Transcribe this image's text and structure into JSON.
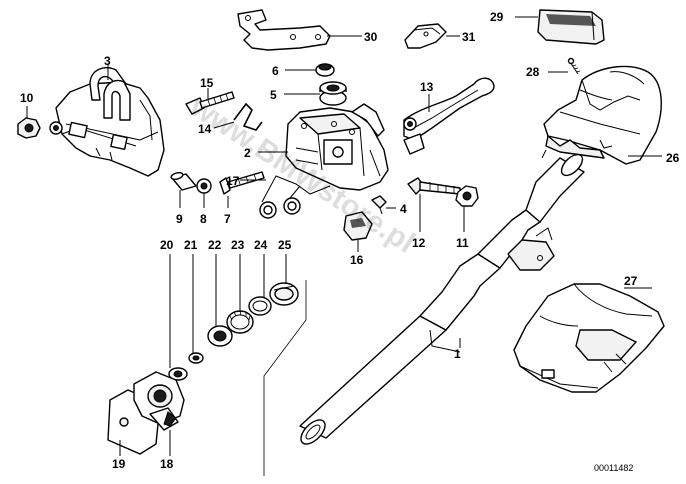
{
  "diagram": {
    "callouts": [
      {
        "id": "1",
        "label": "1"
      },
      {
        "id": "2",
        "label": "2"
      },
      {
        "id": "3",
        "label": "3"
      },
      {
        "id": "4",
        "label": "4"
      },
      {
        "id": "5",
        "label": "5"
      },
      {
        "id": "6",
        "label": "6"
      },
      {
        "id": "7",
        "label": "7"
      },
      {
        "id": "8",
        "label": "8"
      },
      {
        "id": "9",
        "label": "9"
      },
      {
        "id": "10",
        "label": "10"
      },
      {
        "id": "11",
        "label": "11"
      },
      {
        "id": "12",
        "label": "12"
      },
      {
        "id": "13",
        "label": "13"
      },
      {
        "id": "14",
        "label": "14"
      },
      {
        "id": "15",
        "label": "15"
      },
      {
        "id": "16",
        "label": "16"
      },
      {
        "id": "17",
        "label": "17"
      },
      {
        "id": "18",
        "label": "18"
      },
      {
        "id": "19",
        "label": "19"
      },
      {
        "id": "20",
        "label": "20"
      },
      {
        "id": "21",
        "label": "21"
      },
      {
        "id": "22",
        "label": "22"
      },
      {
        "id": "23",
        "label": "23"
      },
      {
        "id": "24",
        "label": "24"
      },
      {
        "id": "25",
        "label": "25"
      },
      {
        "id": "26",
        "label": "26"
      },
      {
        "id": "27",
        "label": "27"
      },
      {
        "id": "28",
        "label": "28"
      },
      {
        "id": "29",
        "label": "29"
      },
      {
        "id": "30",
        "label": "30"
      },
      {
        "id": "31",
        "label": "31"
      }
    ],
    "part_number": "00011482",
    "watermark": "www.BMWstore.pl"
  }
}
